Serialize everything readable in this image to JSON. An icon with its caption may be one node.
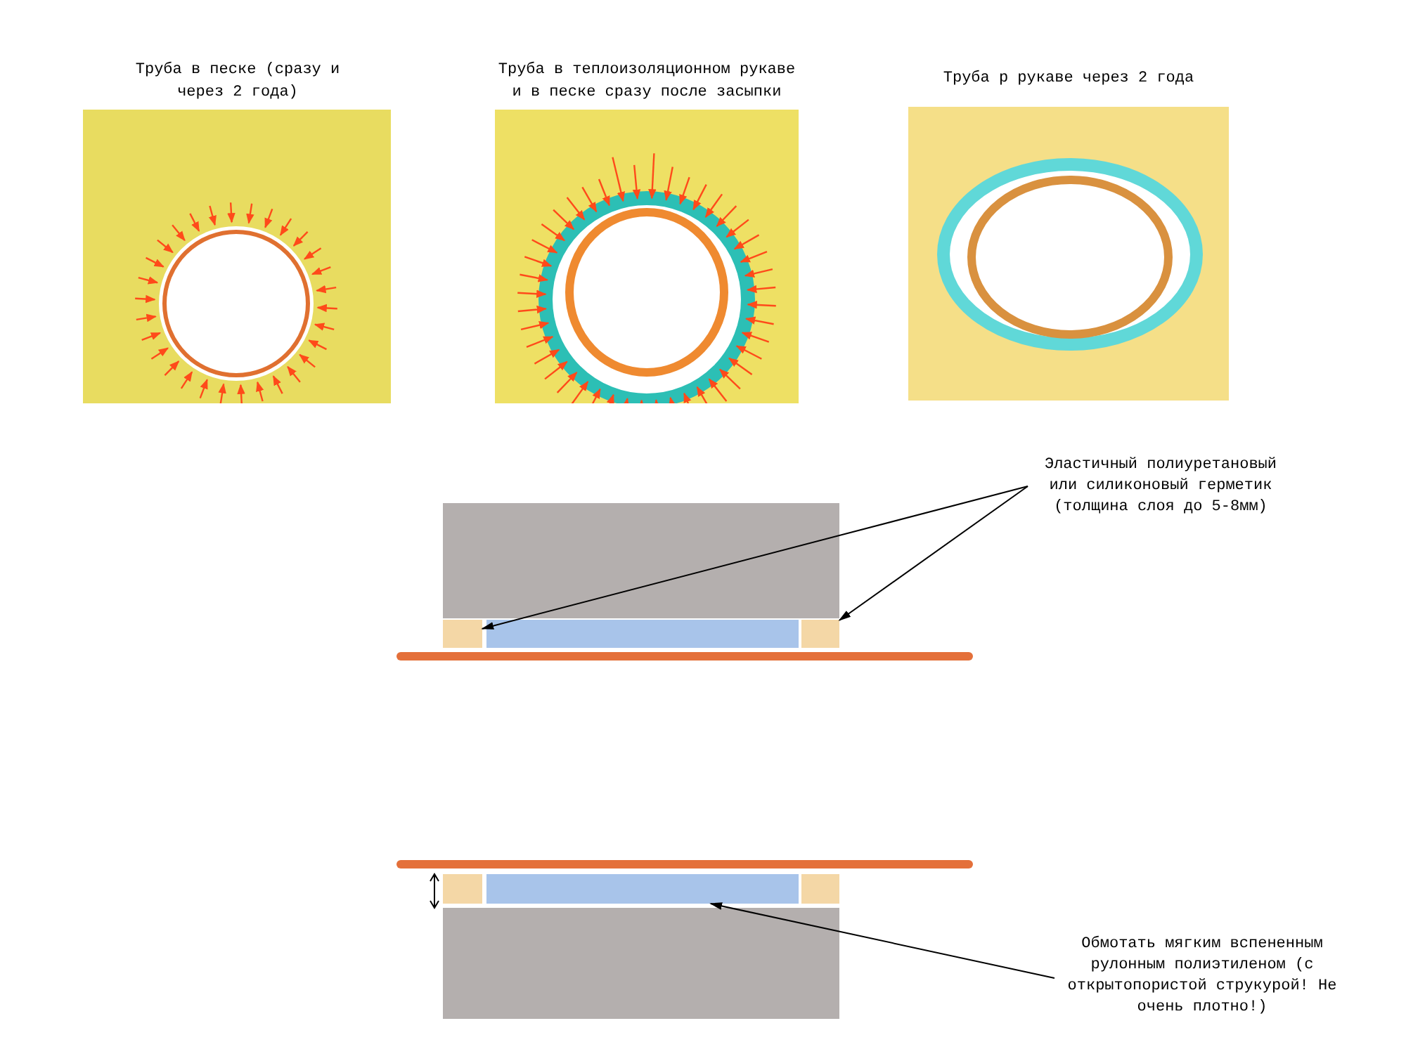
{
  "diagram": {
    "nodes": [
      {
        "text": [
          "Труба в песке (сразу и через 2 года)"
        ]
      },
      {
        "text": [
          "Труба в теплоизоляционном рукаве и в песке сразу после засыпки"
        ]
      },
      {
        "text": [
          "Труба р рукаве через 2 года"
        ]
      },
      {
        "text": [
          "Эластичный полиуретановый или силиконовый герметик (толщина слоя до 5-8мм)"
        ]
      },
      {
        "text": [],
        "shape": "box"
      },
      {
        "text": [],
        "shape": "box"
      },
      {
        "text": [],
        "shape": "box"
      },
      {
        "text": [],
        "shape": "box"
      },
      {
        "text": [],
        "shape": "bar"
      },
      {
        "text": [],
        "shape": "bar"
      },
      {
        "text": [],
        "shape": "box"
      },
      {
        "text": [],
        "shape": "box"
      },
      {
        "text": [],
        "shape": "box"
      },
      {
        "text": [],
        "shape": "box"
      },
      {
        "text": [
          "Обмотать мягким вспененным рулонным полиэтиленом (с открытопористой струкурой! Не очень плотно!)"
        ]
      }
    ],
    "edges": [
      {
        "from": 3,
        "to": 5,
        "arrow": "to"
      },
      {
        "from": 3,
        "to": 7,
        "arrow": "to"
      },
      {
        "from": 14,
        "to": 11,
        "arrow": "to"
      }
    ]
  }
}
